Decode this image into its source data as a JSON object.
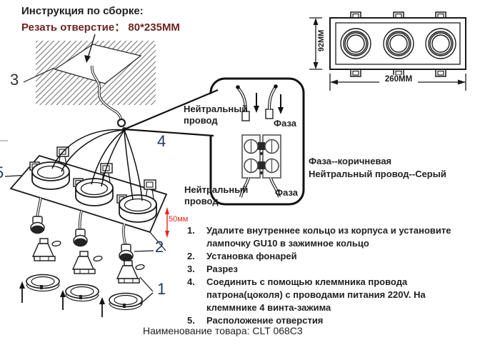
{
  "header": {
    "line1": "Инструкция по сборке:",
    "line2": "Резать отверстие： 80*235MM"
  },
  "labels": {
    "n1": "1",
    "n2": "2",
    "n3": "3",
    "n4": "4",
    "n5": "5",
    "dim_50mm": "50мм"
  },
  "top_view": {
    "width_label": "260MM",
    "height_label": "92MM"
  },
  "callout": {
    "neutral_top": "Нейтральный провод",
    "phase_top": "Фаза",
    "neutral_bottom": "Нейтральный провод",
    "phase_bottom": "Фаза",
    "note_line1": "Фаза--коричневая",
    "note_line2": "Нейтральный провод--Серый"
  },
  "steps": [
    {
      "num": "1.",
      "text": "Удалите внутреннее кольцо из корпуса и установите лампочку GU10 в зажимное кольцо"
    },
    {
      "num": "2.",
      "text": "Установка фонарей"
    },
    {
      "num": "3.",
      "text": "Разрез"
    },
    {
      "num": "4.",
      "text": "Соединить с помощью клеммника провода патрона(цоколя) с проводами питания 220V. На клеммнике 4 винта-зажима"
    },
    {
      "num": "5.",
      "text": "Расположение отверстия"
    }
  ],
  "footer": {
    "product": "Наименование товара: CLT 068C3"
  },
  "colors": {
    "cut_note_red": "#6b2620",
    "dimension_red": "#e8251d",
    "number_blue": "#1f3864"
  }
}
